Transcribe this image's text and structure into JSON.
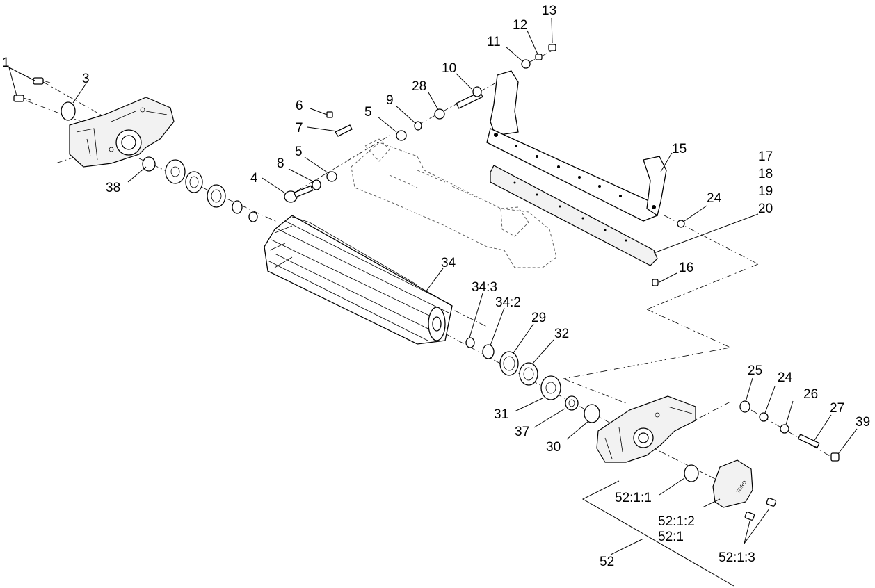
{
  "callouts": {
    "c1": "1",
    "c3": "3",
    "c4": "4",
    "c5a": "5",
    "c5b": "5",
    "c6": "6",
    "c7": "7",
    "c8": "8",
    "c9": "9",
    "c10": "10",
    "c11": "11",
    "c12": "12",
    "c13": "13",
    "c15": "15",
    "c16": "16",
    "c17": "17",
    "c18": "18",
    "c19": "19",
    "c20": "20",
    "c24a": "24",
    "c24b": "24",
    "c25": "25",
    "c26": "26",
    "c27": "27",
    "c28": "28",
    "c29": "29",
    "c30": "30",
    "c31": "31",
    "c32": "32",
    "c34": "34",
    "c34_2": "34:2",
    "c34_3": "34:3",
    "c37": "37",
    "c38": "38",
    "c39": "39",
    "c52": "52",
    "c52_1": "52:1",
    "c52_1_1": "52:1:1",
    "c52_1_2": "52:1:2",
    "c52_1_3": "52:1:3"
  },
  "cover_logo": "TORO"
}
